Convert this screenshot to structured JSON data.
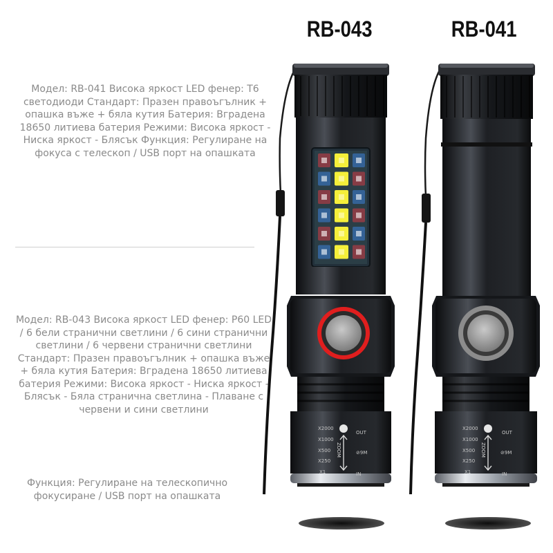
{
  "left_column": {
    "rb041_description": "Модел: RB-041 Висока яркост LED фенер: T6 светодиоди Стандарт: Празен правоъгълник + опашка въже + бяла кутия Батерия: Вградена 18650 литиева батерия Режими: Висока яркост - Ниска яркост - Блясък Функция: Регулиране на фокуса с телескоп / USB порт на опашката",
    "rb043_description": "Модел: RB-043 Висока яркост LED фенер: P60 LED / 6 бели странични светлини / 6 сини странични светлини / 6 червени странични светлини Стандарт: Празен правоъгълник + опашка въже + бяла кутия Батерия: Вградена 18650 литиева батерия Режими: Висока яркост - Ниска яркост - Блясък - Бяла странична светлина - Плаване с червени и сини светлини",
    "function_description": "Функция: Регулиране на телескопично фокусиране / USB порт на опашката"
  },
  "products": [
    {
      "model": "RB-043",
      "button_ring_color": "#e01e1e",
      "side_leds": true
    },
    {
      "model": "RB-041",
      "button_ring_color": "#8c8c8c",
      "side_leds": false
    }
  ],
  "zoom_scale": {
    "marks": [
      "X2000",
      "X1000",
      "X500",
      "X250",
      "X1"
    ],
    "zoom_word": "ZOOM",
    "out_label": "OUT",
    "in_label": "IN",
    "beam_label": "⊘9M"
  },
  "colors": {
    "body": "#1b1d20",
    "white_led": "#f5ef3a",
    "red_led": "#d23a46",
    "blue_led": "#3d7fd8"
  }
}
